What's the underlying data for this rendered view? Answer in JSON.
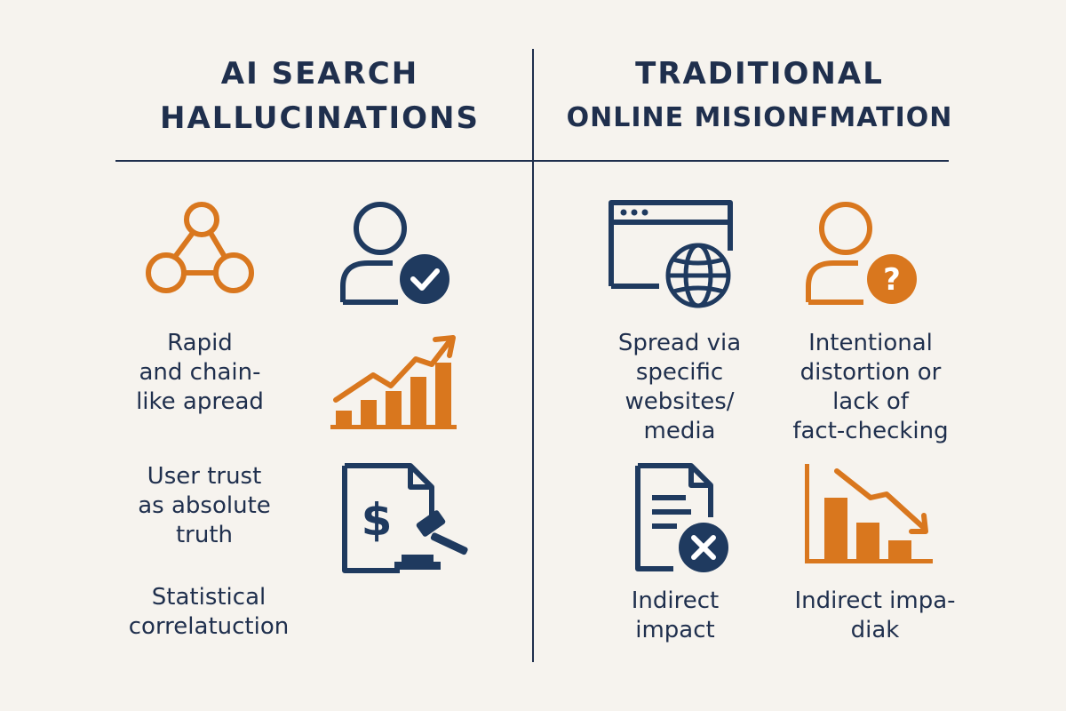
{
  "left": {
    "title_line1": "AI SEARCH",
    "title_line2": "HALLUCINATIONS",
    "items": [
      {
        "label": "Rapid\nand chain-\nlike apread"
      },
      {
        "label": "User trust\nas absolute\ntruth"
      },
      {
        "label": "Statistical\ncorrelatuction"
      }
    ]
  },
  "right": {
    "title_line1": "TRADITIONAL",
    "title_line2": "ONLINE MISIONFMATION",
    "items": [
      {
        "label": "Spread via\nspecific\nwebsites/\nmedia"
      },
      {
        "label": "Intentional\ndistortion or\nlack of\nfact-checking"
      },
      {
        "label": "Indirect\nimpact"
      },
      {
        "label": "Indirect impa-\ndiak"
      }
    ]
  },
  "colors": {
    "navy": "#1f3a5f",
    "orange": "#d9771e",
    "background": "#f6f3ee"
  },
  "icons": [
    "network-nodes-icon",
    "user-check-icon",
    "growth-chart-icon",
    "document-dollar-gavel-icon",
    "browser-globe-icon",
    "user-question-icon",
    "document-x-icon",
    "declining-chart-icon"
  ]
}
